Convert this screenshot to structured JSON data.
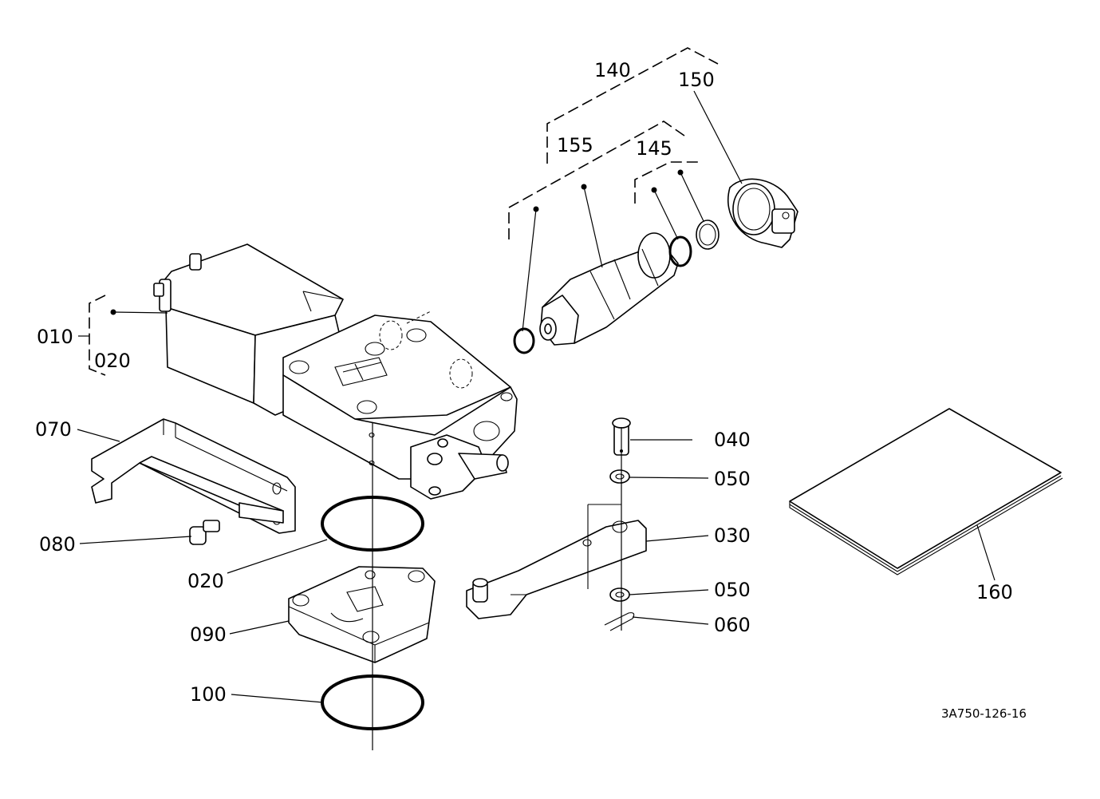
{
  "labels": {
    "p010": "010",
    "p020a": "020",
    "p020b": "020",
    "p030": "030",
    "p040": "040",
    "p050a": "050",
    "p050b": "050",
    "p060": "060",
    "p070": "070",
    "p080": "080",
    "p090": "090",
    "p100": "100",
    "p140": "140",
    "p145": "145",
    "p150": "150",
    "p155": "155",
    "p160": "160"
  },
  "drawing_code": "3A750-126-16"
}
